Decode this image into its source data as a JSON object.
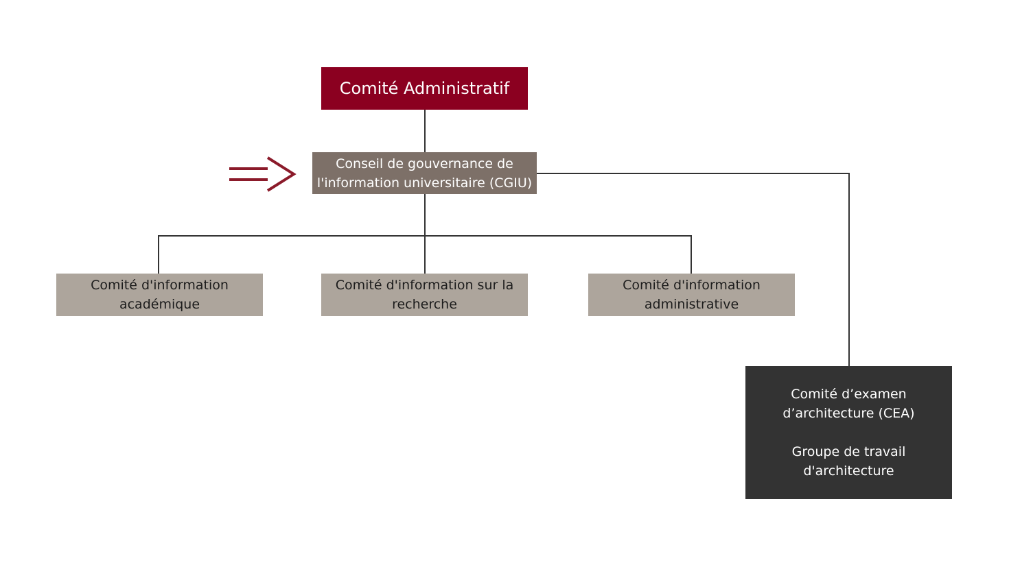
{
  "colors": {
    "admin_fill": "#8b0020",
    "cgiu_fill": "#7d7068",
    "sub_fill": "#ada59c",
    "cea_fill": "#333333",
    "connector": "#333333",
    "arrow": "#8b1a2a"
  },
  "nodes": {
    "admin": {
      "lines": [
        "Comité Administratif"
      ]
    },
    "cgiu": {
      "lines": [
        "Conseil de gouvernance de",
        "l'information universitaire (CGIU)"
      ]
    },
    "academic": {
      "lines": [
        "Comité d'information",
        "académique"
      ]
    },
    "research": {
      "lines": [
        "Comité d'information sur la",
        "recherche"
      ]
    },
    "administrative": {
      "lines": [
        "Comité d'information",
        "administrative"
      ]
    },
    "cea": {
      "lines": [
        "Comité d’examen",
        "d’architecture (CEA)"
      ],
      "lines2": [
        "Groupe de travail",
        "d'architecture"
      ]
    }
  },
  "pointer": {
    "icon": "double-right-arrow-icon"
  }
}
